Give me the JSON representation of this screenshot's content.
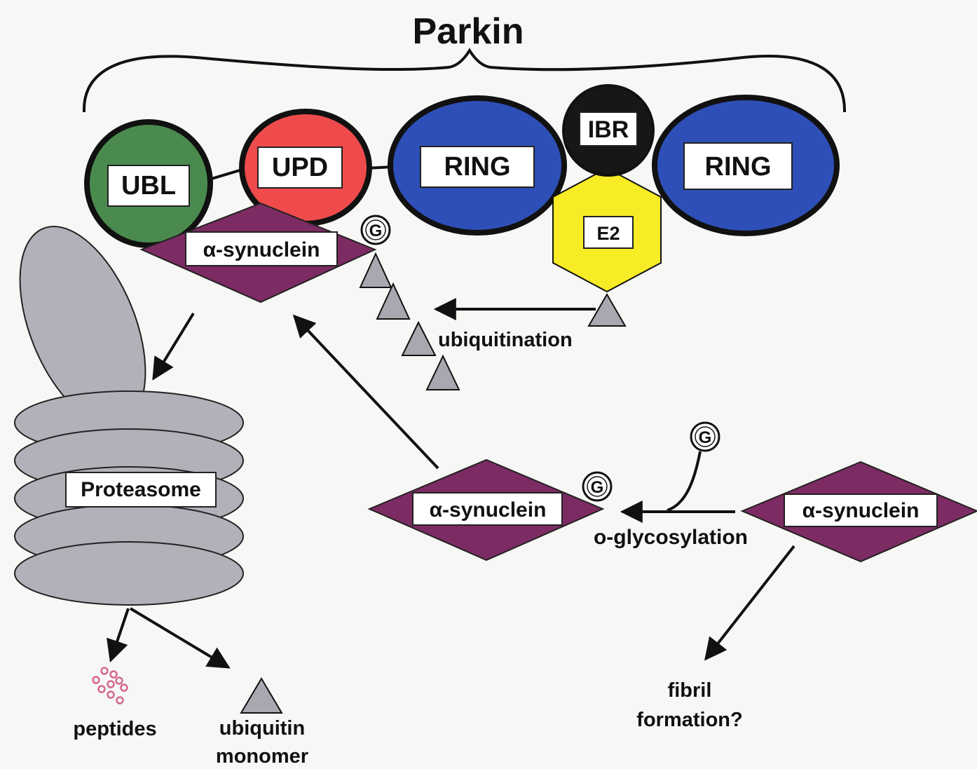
{
  "diagram": {
    "title": "Parkin",
    "domains": {
      "ubl": "UBL",
      "upd": "UPD",
      "ring_left": "RING",
      "ibr": "IBR",
      "ring_right": "RING",
      "e2": "E2"
    },
    "labels": {
      "alpha_synuclein": "α-synuclein",
      "glycan": "G",
      "ubiquitination": "ubiquitination",
      "proteasome": "Proteasome",
      "o_glycosylation": "o-glycosylation",
      "peptides": "peptides",
      "ubiquitin": "ubiquitin",
      "monomer": "monomer",
      "fibril": "fibril",
      "formation": "formation?"
    },
    "colors": {
      "ubl": "#4a8a4e",
      "upd": "#ef4b4d",
      "ring": "#2e4fb7",
      "ibr": "#171717",
      "e2": "#f7ec25",
      "synuclein": "#7d2b63",
      "proteasome": "#b2b1b9",
      "ubiquitin": "#a9a8b0",
      "peptides": "#d56a8c"
    },
    "icons": {
      "glycan": "circle-g-icon",
      "ubiquitin": "triangle-icon",
      "arrow": "arrow-icon"
    }
  }
}
